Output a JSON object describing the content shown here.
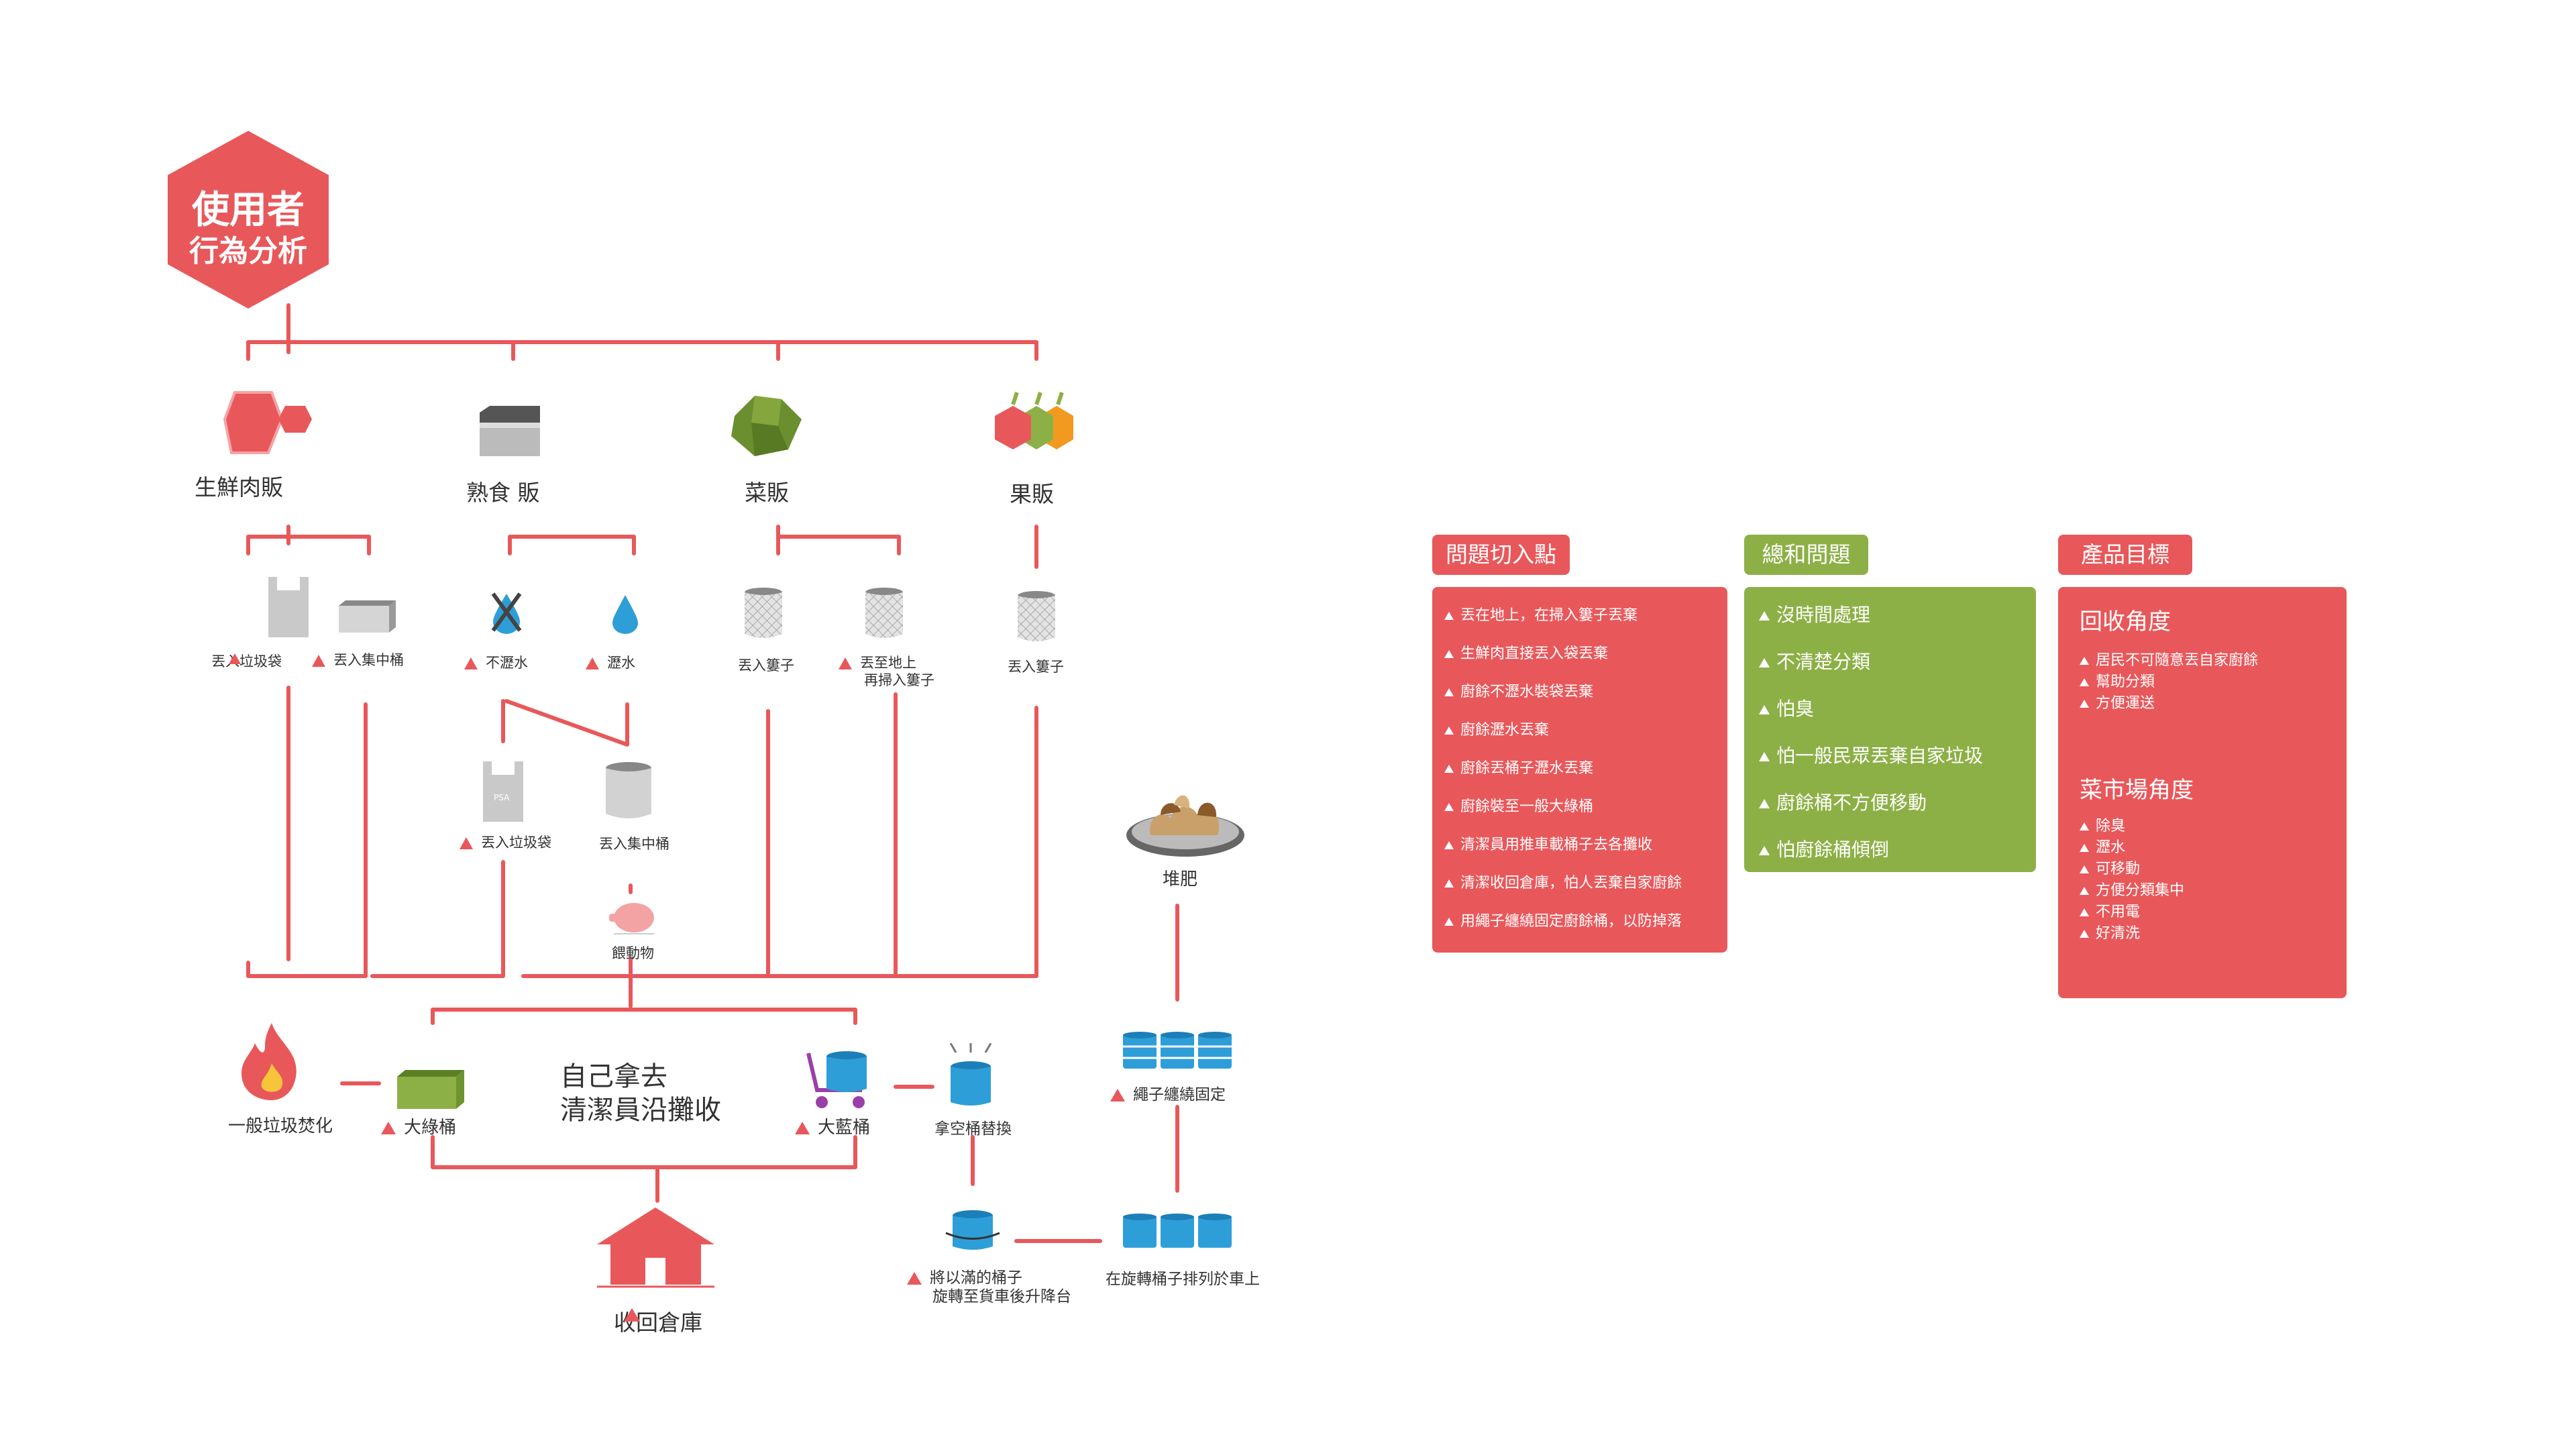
{
  "colors": {
    "accent": "#e8585b",
    "green": "#8db046",
    "blue": "#2e9ed8",
    "gray": "#b5b5b5"
  },
  "hexagon": {
    "line1": "使用者",
    "line2": "行為分析"
  },
  "vendors": {
    "meat": "生鮮肉販",
    "deli": "熟食 販",
    "veg": "菜販",
    "fruit": "果販"
  },
  "actions": {
    "meat_bag": "丟入垃圾袋",
    "meat_bin": "丟入集中桶",
    "deli_nodrain": "不瀝水",
    "deli_drain": "瀝水",
    "veg_basket": "丟入簍子",
    "veg_floor_line1": "丟至地上",
    "veg_floor_line2": "再掃入簍子",
    "fruit_basket": "丟入簍子",
    "deli_bag": "丟入垃圾袋",
    "deli_bin": "丟入集中桶",
    "pig": "餵動物",
    "bag_print": "PSA"
  },
  "collection": {
    "line1": "自己拿去",
    "line2": "清潔員沿攤收",
    "incinerate": "一般垃圾焚化",
    "green_bin": "大綠桶",
    "blue_bin": "大藍桶",
    "swap": "拿空桶替換",
    "warehouse": "收回倉庫",
    "compost": "堆肥",
    "rope": "繩子纏繞固定",
    "lift_line1": "將以滿的桶子",
    "lift_line2": "旋轉至貨車後升降台",
    "arrange": "在旋轉桶子排列於車上"
  },
  "panels": {
    "problems": {
      "title": "問題切入點",
      "items": [
        "丟在地上，在掃入簍子丟棄",
        "生鮮肉直接丟入袋丟棄",
        "廚餘不瀝水裝袋丟棄",
        "廚餘瀝水丟棄",
        "廚餘丟桶子瀝水丟棄",
        "廚餘裝至一般大綠桶",
        "清潔員用推車載桶子去各攤收",
        "清潔收回倉庫，怕人丟棄自家廚餘",
        "用繩子纏繞固定廚餘桶，以防掉落"
      ]
    },
    "summary": {
      "title": "總和問題",
      "items": [
        "沒時間處理",
        "不清楚分類",
        "怕臭",
        "怕一般民眾丟棄自家垃圾",
        "廚餘桶不方便移動",
        "怕廚餘桶傾倒"
      ]
    },
    "goals": {
      "title": "產品目標",
      "recycle": {
        "heading": "回收角度",
        "items": [
          "居民不可隨意丟自家廚餘",
          "幫助分類",
          "方便運送"
        ]
      },
      "market": {
        "heading": "菜市場角度",
        "items": [
          "除臭",
          "瀝水",
          "可移動",
          "方便分類集中",
          "不用電",
          "好清洗"
        ]
      }
    }
  }
}
